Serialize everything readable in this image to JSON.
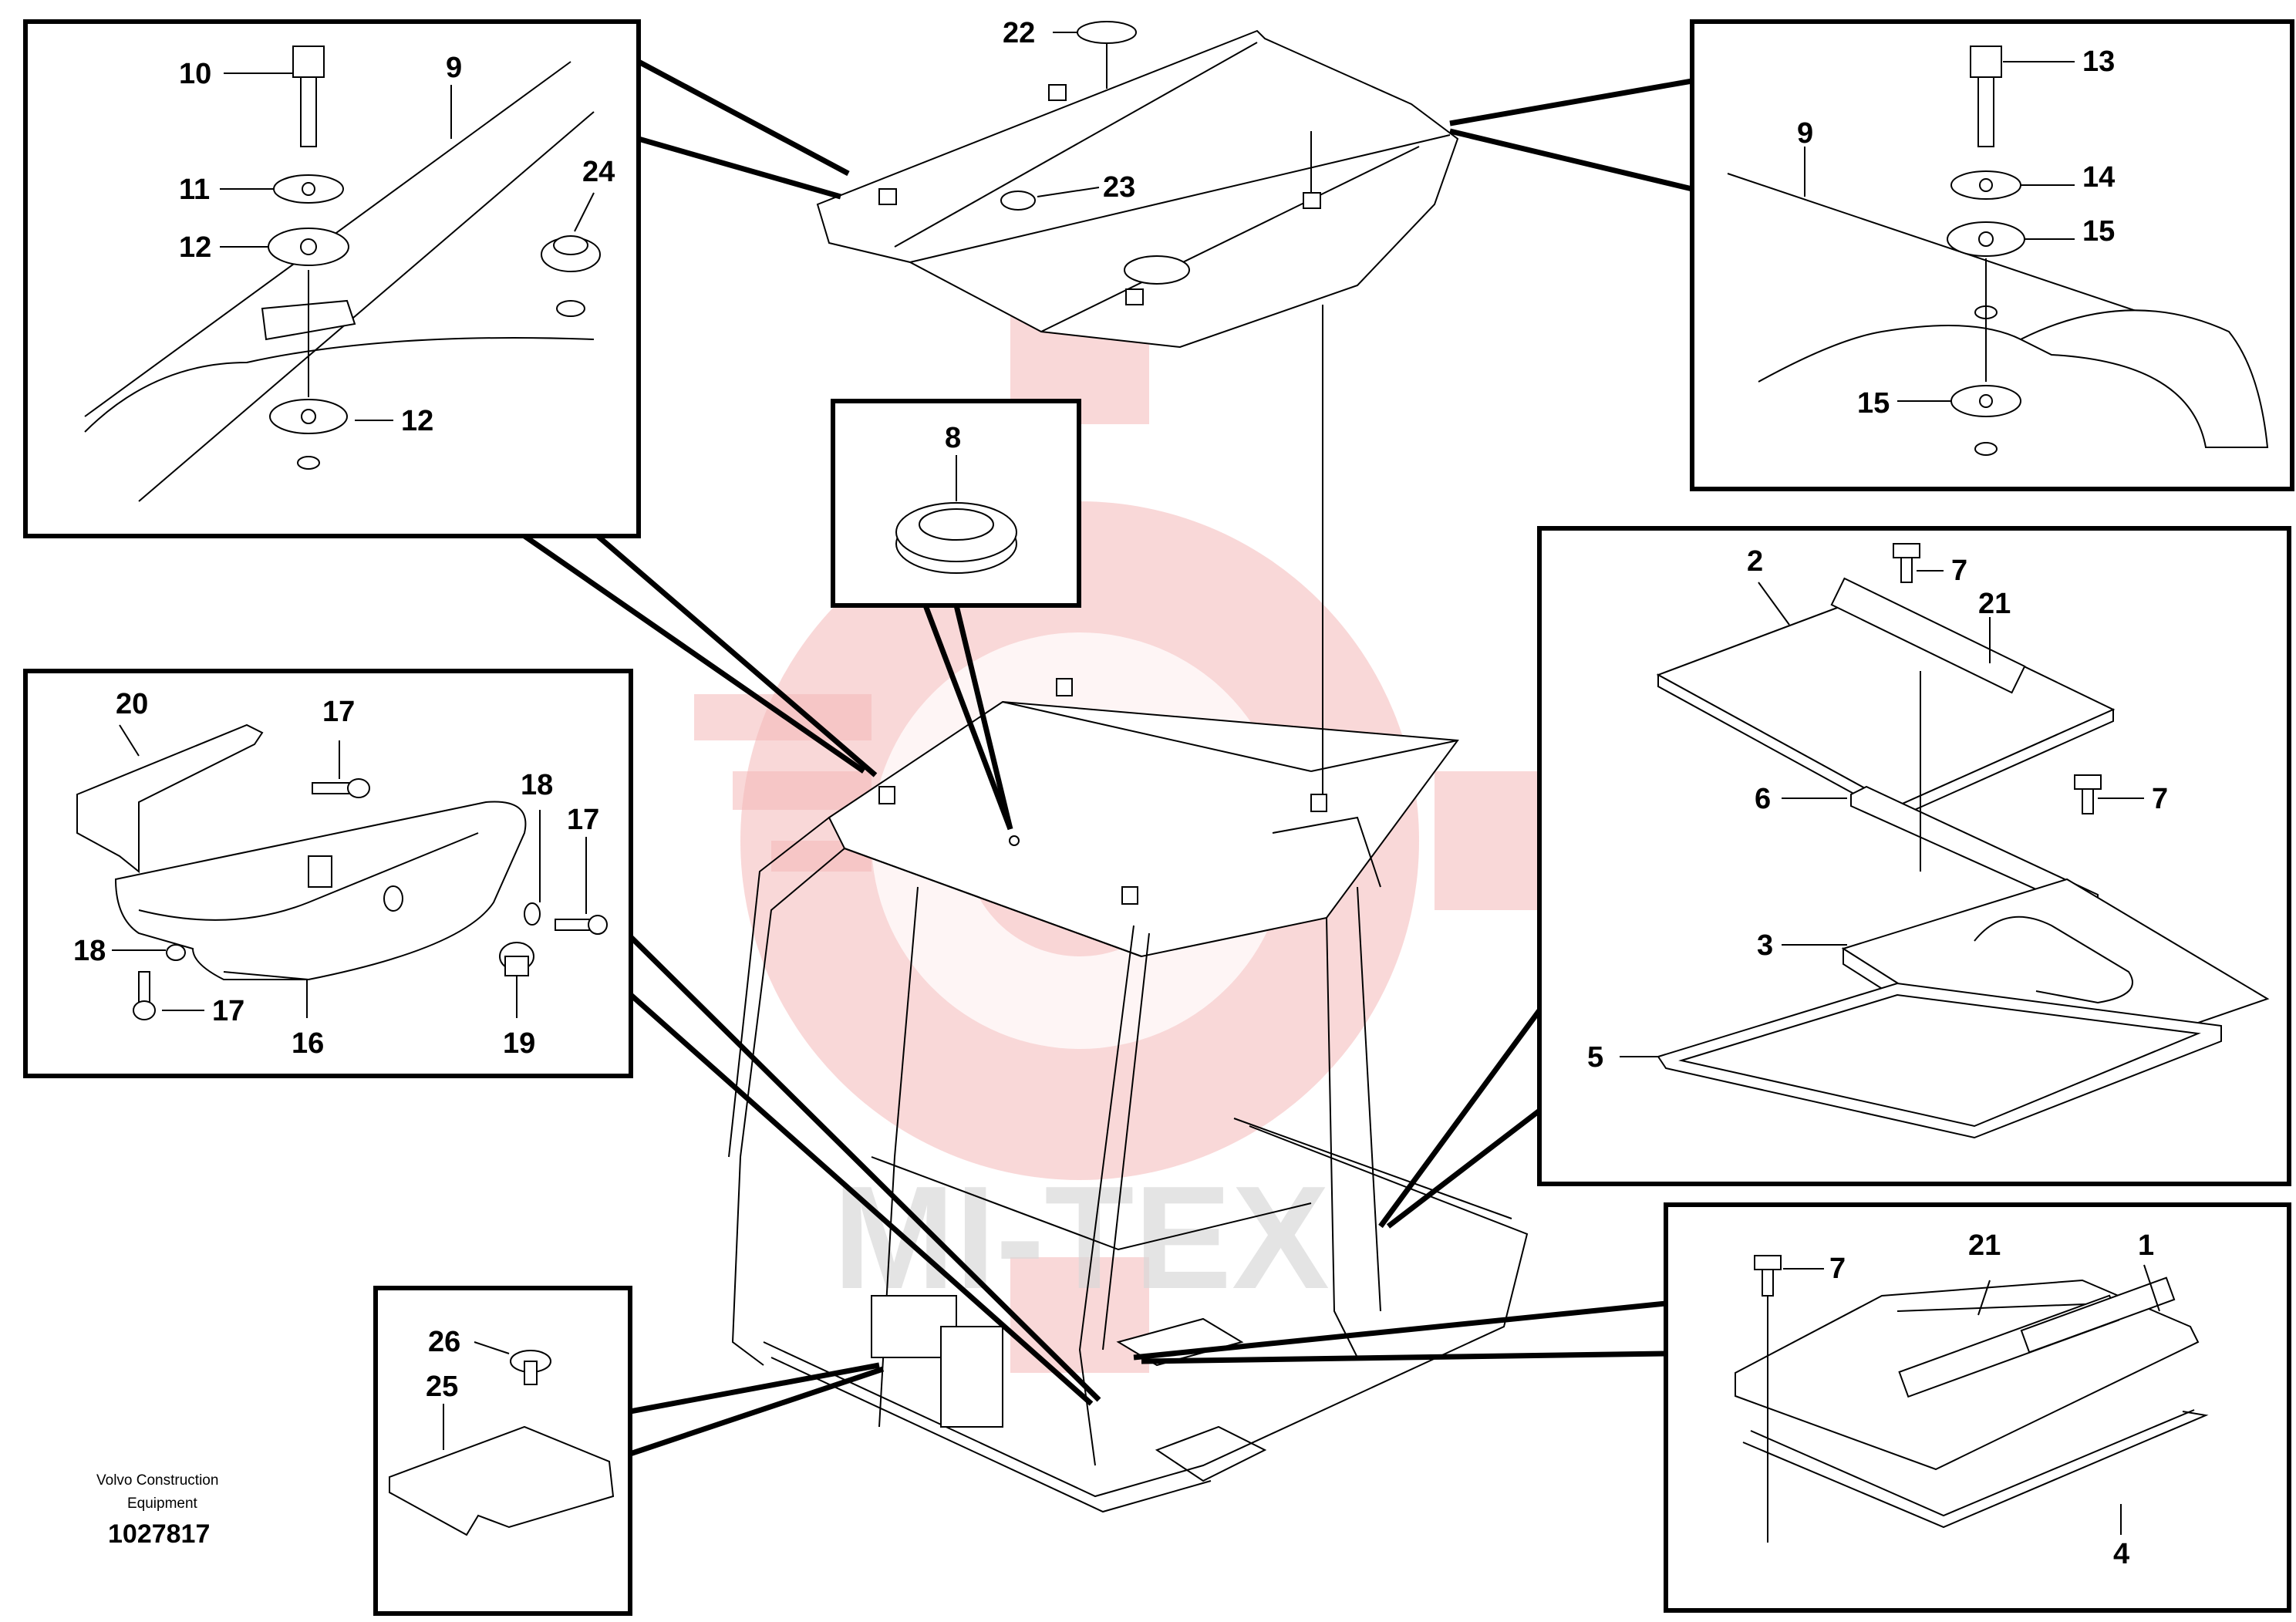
{
  "caption": {
    "line1": "Volvo Construction",
    "line2": "Equipment",
    "number": "1027817"
  },
  "watermark": "MI-TEX",
  "colors": {
    "watermark": "#f4b8b8",
    "lines": "#000000"
  },
  "labels": {
    "l1": "1",
    "l2": "2",
    "l3": "3",
    "l4": "4",
    "l5": "5",
    "l6": "6",
    "l7": "7",
    "l8": "8",
    "l9": "9",
    "l10": "10",
    "l11": "11",
    "l12": "12",
    "l13": "13",
    "l14": "14",
    "l15": "15",
    "l16": "16",
    "l17": "17",
    "l18": "18",
    "l19": "19",
    "l20": "20",
    "l21": "21",
    "l22": "22",
    "l23": "23",
    "l24": "24",
    "l25": "25",
    "l26": "26"
  }
}
